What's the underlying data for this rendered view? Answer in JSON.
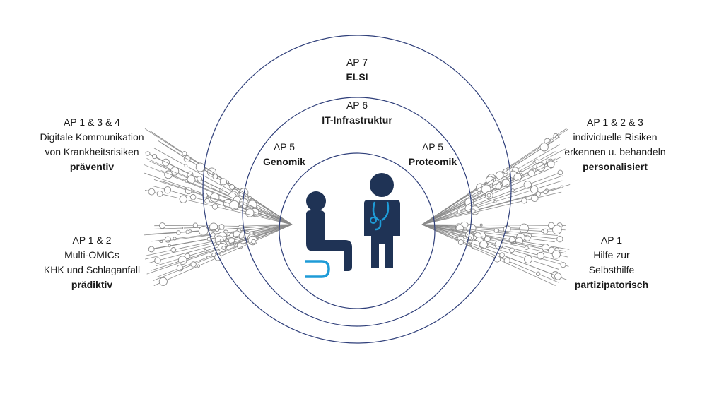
{
  "colors": {
    "ring": "#2f3f7a",
    "figure": "#1f3355",
    "accent": "#1e9bd7",
    "lines": "#8a8a8a"
  },
  "rings": {
    "ap7": {
      "title": "AP 7",
      "subtitle": "ELSI"
    },
    "ap6": {
      "title": "AP 6",
      "subtitle": "IT-Infrastruktur"
    },
    "ap5_left": {
      "title": "AP 5",
      "subtitle": "Genomik"
    },
    "ap5_right": {
      "title": "AP 5",
      "subtitle": "Proteomik"
    }
  },
  "left_upper": {
    "line1": "AP 1 & 3 & 4",
    "line2": "Digitale Kommunikation",
    "line3": "von Krankheitsrisiken",
    "bold": "präventiv"
  },
  "left_lower": {
    "line1": "AP 1 & 2",
    "line2": "Multi-OMICs",
    "line3": "KHK und Schlaganfall",
    "bold": "prädiktiv"
  },
  "right_upper": {
    "line1": "AP 1 & 2 & 3",
    "line2": "individuelle Risiken",
    "line3": "erkennen u. behandeln",
    "bold": "personalisiert"
  },
  "right_lower": {
    "line1": "AP 1",
    "line2": "Hilfe zur",
    "line3": "Selbsthilfe",
    "bold": "partizipatorisch"
  },
  "icons": [
    "patient-seated-icon",
    "doctor-stethoscope-icon"
  ]
}
